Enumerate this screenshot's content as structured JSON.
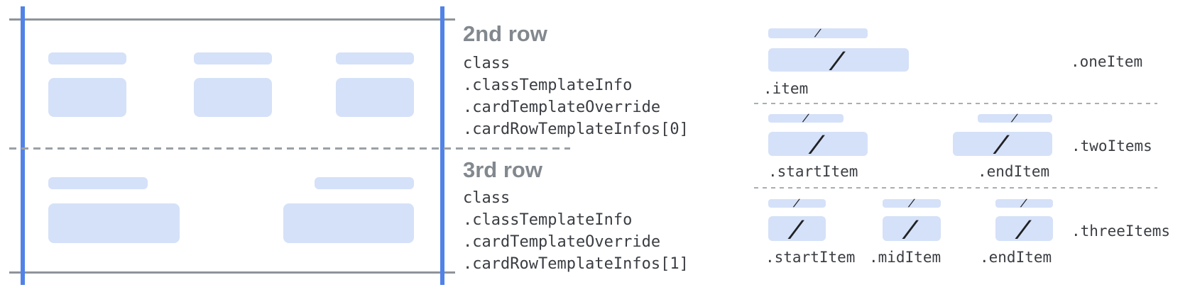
{
  "rows": [
    {
      "heading": "2nd row",
      "code_lines": [
        "class",
        ".classTemplateInfo",
        ".cardTemplateOverride",
        ".cardRowTemplateInfos[0]"
      ]
    },
    {
      "heading": "3rd row",
      "code_lines": [
        "class",
        ".classTemplateInfo",
        ".cardTemplateOverride",
        ".cardRowTemplateInfos[1]"
      ]
    }
  ],
  "item_layouts": [
    {
      "name": ".oneItem",
      "slots": [
        ".item"
      ]
    },
    {
      "name": ".twoItems",
      "slots": [
        ".startItem",
        ".endItem"
      ]
    },
    {
      "name": ".threeItems",
      "slots": [
        ".startItem",
        ".midItem",
        ".endItem"
      ]
    }
  ],
  "glyph": {
    "slash": "/"
  },
  "colors": {
    "placeholder_blue": "#d5e1f8",
    "guide_blue": "#5182e8",
    "guide_gray": "#8f9499",
    "dash_gray": "#9aa0a6",
    "dash_gray_light": "#a9aeb3",
    "heading_gray": "#82888e",
    "code_gray": "#3a3d42",
    "slash_black": "#202124"
  }
}
